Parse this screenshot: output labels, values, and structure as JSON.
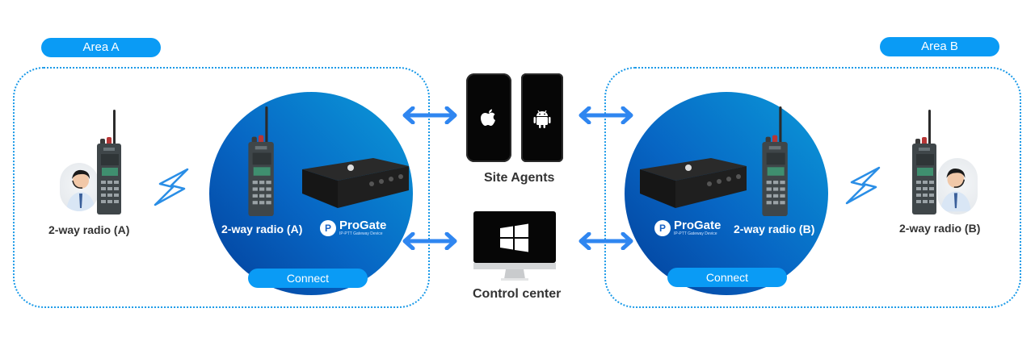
{
  "areas": [
    {
      "label": "Area A",
      "radio_label": "2-way radio (A)",
      "gateway_radio_label": "2-way radio (A)",
      "connect_label": "Connect"
    },
    {
      "label": "Area B",
      "radio_label": "2-way radio (B)",
      "gateway_radio_label": "2-way radio (B)",
      "connect_label": "Connect"
    }
  ],
  "gateway": {
    "brand": "ProGate",
    "subtitle": "IP-PTT Gateway Device"
  },
  "center": {
    "site_agents_label": "Site Agents",
    "control_center_label": "Control center"
  },
  "colors": {
    "accent": "#0a9bf5",
    "arrow": "#2f86f0",
    "dotted": "#1b9ae8"
  }
}
